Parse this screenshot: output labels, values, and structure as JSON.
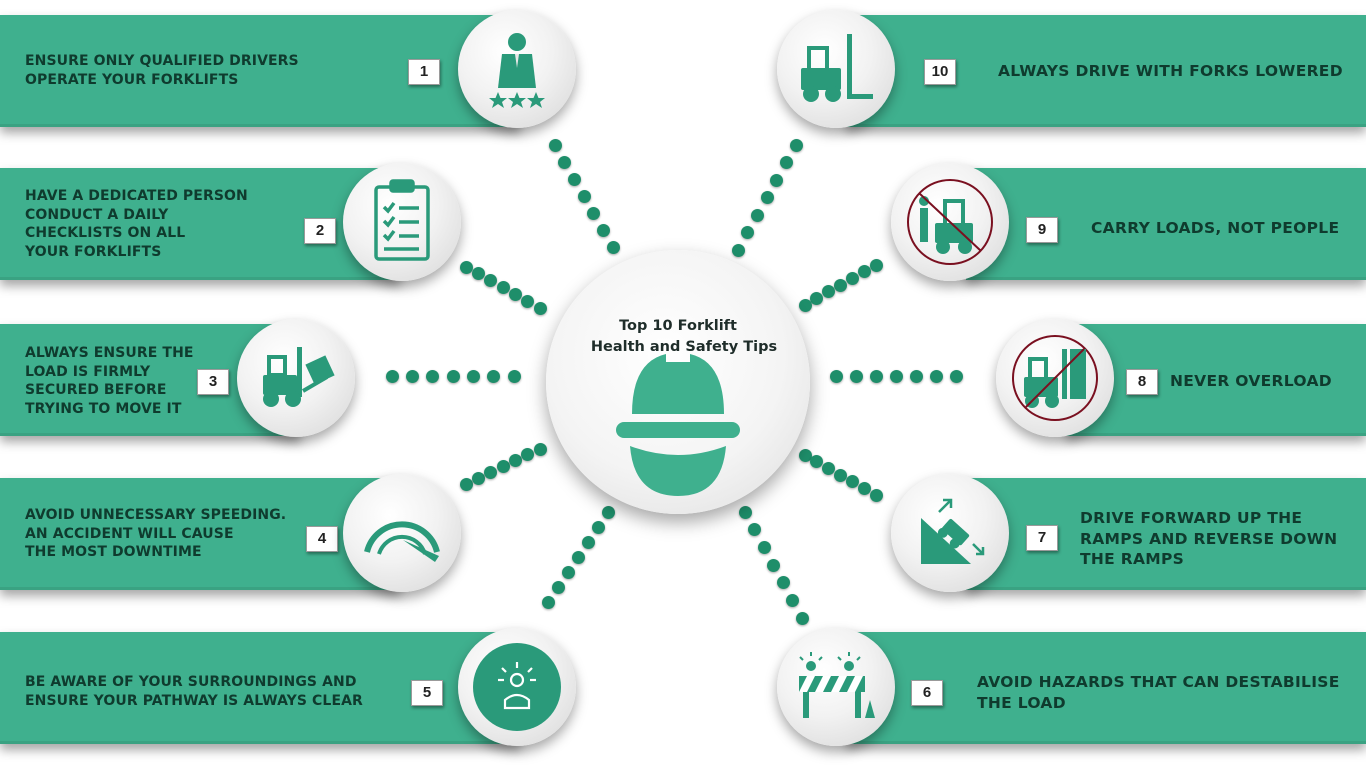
{
  "title_line1": "Top 10 Forklift",
  "title_line2": "Health and Safety Tips",
  "colors": {
    "band": "#3fb08e",
    "icon": "#2a9a7a",
    "dots": "#1e8e6a",
    "text": "#0f3b2e"
  },
  "tips": [
    {
      "number": "1",
      "lines": [
        "ENSURE ONLY QUALIFIED DRIVERS",
        "OPERATE YOUR FORKLIFTS"
      ],
      "icon": "qualified-driver-icon"
    },
    {
      "number": "2",
      "lines": [
        "HAVE A DEDICATED PERSON",
        "CONDUCT A DAILY",
        "CHECKLISTS ON ALL",
        "YOUR FORKLIFTS"
      ],
      "icon": "clipboard-checklist-icon"
    },
    {
      "number": "3",
      "lines": [
        "ALWAYS ENSURE THE",
        "LOAD IS FIRMLY",
        "SECURED BEFORE",
        "TRYING TO MOVE IT"
      ],
      "icon": "forklift-load-icon"
    },
    {
      "number": "4",
      "lines": [
        "AVOID UNNECESSARY SPEEDING.",
        "AN ACCIDENT WILL CAUSE",
        "THE MOST DOWNTIME"
      ],
      "icon": "speedometer-icon"
    },
    {
      "number": "5",
      "lines": [
        "BE AWARE OF YOUR SURROUNDINGS AND",
        "ENSURE YOUR PATHWAY IS ALWAYS CLEAR"
      ],
      "icon": "awareness-person-icon"
    },
    {
      "number": "6",
      "lines": [
        "AVOID HAZARDS THAT CAN DESTABILISE",
        "THE LOAD"
      ],
      "icon": "road-barrier-icon"
    },
    {
      "number": "7",
      "lines": [
        "DRIVE FORWARD UP THE",
        "RAMPS AND REVERSE DOWN",
        "THE RAMPS"
      ],
      "icon": "ramp-forklift-icon"
    },
    {
      "number": "8",
      "lines": [
        "NEVER OVERLOAD"
      ],
      "icon": "no-overload-icon"
    },
    {
      "number": "9",
      "lines": [
        "CARRY LOADS, NOT PEOPLE"
      ],
      "icon": "no-passenger-icon"
    },
    {
      "number": "10",
      "lines": [
        "ALWAYS DRIVE WITH FORKS LOWERED"
      ],
      "icon": "forks-lowered-icon"
    }
  ]
}
